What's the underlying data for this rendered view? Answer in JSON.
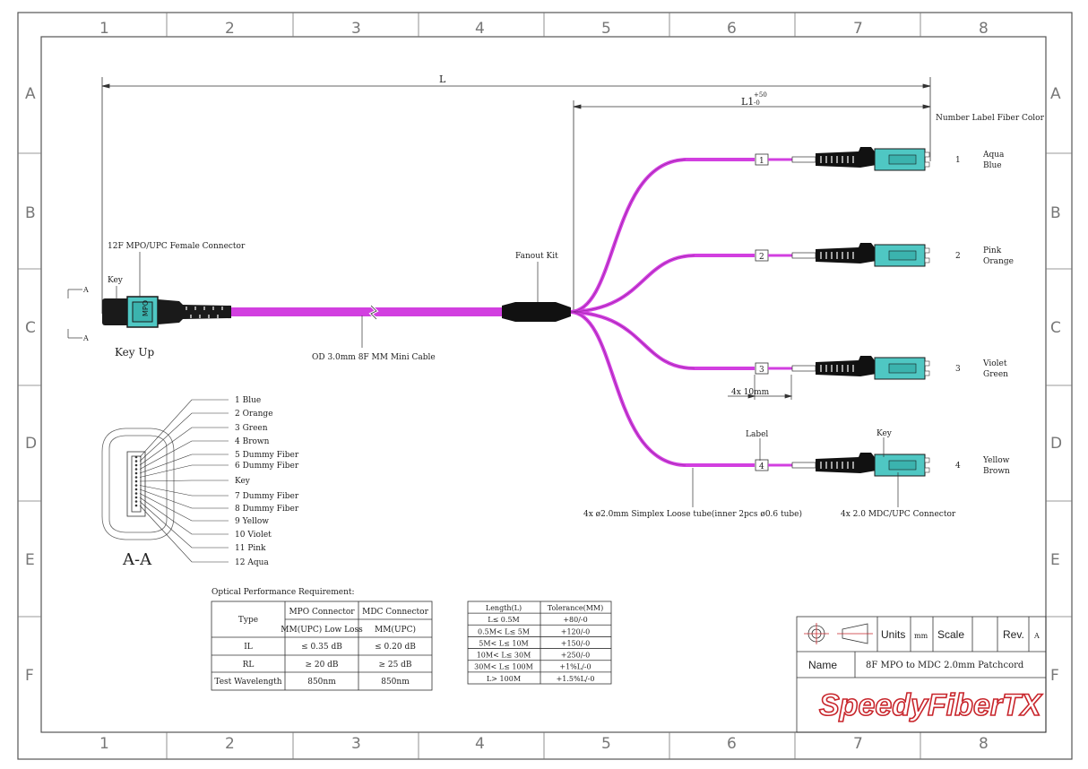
{
  "border_cols": [
    "1",
    "2",
    "3",
    "4",
    "5",
    "6",
    "7",
    "8"
  ],
  "border_rows": [
    "A",
    "B",
    "C",
    "D",
    "E",
    "F"
  ],
  "dims": {
    "L": "L",
    "L1": "L1",
    "L1_plus": "+50",
    "L1_minus": "-0",
    "breakout_spacing": "4x 10mm"
  },
  "header_right": "Number Label Fiber Color",
  "mpo": {
    "title": "12F MPO/UPC Female Connector",
    "key": "Key",
    "key_up": "Key Up",
    "section_mark": "A",
    "section_label": "A-A"
  },
  "fanout_label": "Fanout Kit",
  "cable_label": "OD 3.0mm 8F MM Mini Cable",
  "tube_label": "4x ø2.0mm Simplex Loose tube(inner 2pcs ø0.6 tube)",
  "mdc_label": "4x 2.0 MDC/UPC Connector",
  "label_callout": "Label",
  "key_callout": "Key",
  "legs": [
    {
      "number": "1",
      "color_a": "Aqua",
      "color_b": "Blue"
    },
    {
      "number": "2",
      "color_a": "Pink",
      "color_b": "Orange"
    },
    {
      "number": "3",
      "color_a": "Violet",
      "color_b": "Green"
    },
    {
      "number": "4",
      "color_a": "Yellow",
      "color_b": "Brown"
    }
  ],
  "pinout": [
    "1 Blue",
    "2 Orange",
    "3 Green",
    "4 Brown",
    "5 Dummy Fiber",
    "6 Dummy Fiber",
    "Key",
    "7 Dummy Fiber",
    "8 Dummy Fiber",
    "9 Yellow",
    "10 Violet",
    "11 Pink",
    "12 Aqua"
  ],
  "optical": {
    "title": "Optical Performance Requirement:",
    "headers": [
      "Type",
      "MPO Connector",
      "MDC Connector"
    ],
    "subheaders": [
      "MM(UPC) Low Loss",
      "MM(UPC)"
    ],
    "rows": [
      [
        "IL",
        "≤ 0.35 dB",
        "≤ 0.20 dB"
      ],
      [
        "RL",
        "≥ 20 dB",
        "≥ 25 dB"
      ],
      [
        "Test Wavelength",
        "850nm",
        "850nm"
      ]
    ]
  },
  "tolerance": {
    "headers": [
      "Length(L)",
      "Tolerance(MM)"
    ],
    "rows": [
      [
        "L≤ 0.5M",
        "+80/-0"
      ],
      [
        "0.5M< L≤ 5M",
        "+120/-0"
      ],
      [
        "5M< L≤ 10M",
        "+150/-0"
      ],
      [
        "10M< L≤ 30M",
        "+250/-0"
      ],
      [
        "30M< L≤ 100M",
        "+1%L/-0"
      ],
      [
        "L> 100M",
        "+1.5%L/-0"
      ]
    ]
  },
  "title_block": {
    "units_label": "Units",
    "units_value": "mm",
    "scale_label": "Scale",
    "rev_label": "Rev.",
    "rev_value": "A",
    "name_label": "Name",
    "name_value": "8F MPO to MDC 2.0mm Patchcord",
    "logo": "SpeedyFiberTX"
  },
  "colors": {
    "fiber": "#d23fe0",
    "connector": "#4fc7c3",
    "frame": "#555555",
    "logo": "#c8262c"
  }
}
